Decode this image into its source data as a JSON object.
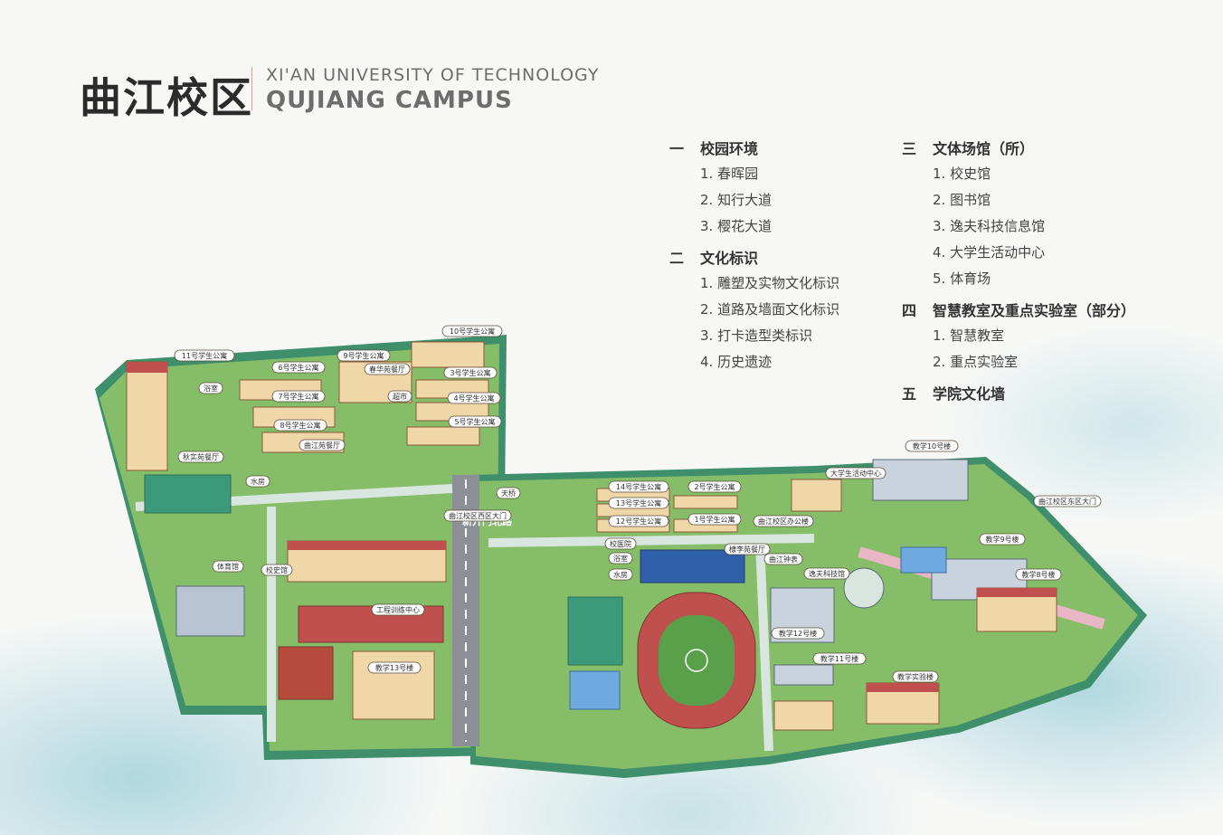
{
  "header": {
    "title_cn": "曲江校区",
    "title_en_line1": "XI'AN UNIVERSITY OF TECHNOLOGY",
    "title_en_line2": "QUJIANG CAMPUS"
  },
  "legend": {
    "sections": [
      {
        "num": "一",
        "title": "校园环境",
        "items": [
          "1. 春晖园",
          "2. 知行大道",
          "3. 樱花大道"
        ]
      },
      {
        "num": "二",
        "title": "文化标识",
        "items": [
          "1. 雕塑及实物文化标识",
          "2. 道路及墙面文化标识",
          "3. 打卡造型类标识",
          "4. 历史遗迹"
        ]
      },
      {
        "num": "三",
        "title": "文体场馆（所）",
        "items": [
          "1. 校史馆",
          "2. 图书馆",
          "3. 逸夫科技信息馆",
          "4. 大学生活动中心",
          "5. 体育场"
        ]
      },
      {
        "num": "四",
        "title": "智慧教室及重点实验室（部分）",
        "items": [
          "1. 智慧教室",
          "2. 重点实验室"
        ]
      },
      {
        "num": "五",
        "title": "学院文化墙",
        "items": []
      }
    ]
  },
  "map": {
    "road": "新开门北路",
    "labels": {
      "dorm11": "11号学生公寓",
      "dorm10": "10号学生公寓",
      "dorm9": "9号学生公寓",
      "dorm6": "6号学生公寓",
      "dorm7": "7号学生公寓",
      "dorm8": "8号学生公寓",
      "dorm3": "3号学生公寓",
      "dorm4": "4号学生公寓",
      "dorm5": "5号学生公寓",
      "dorm14": "14号学生公寓",
      "dorm13": "13号学生公寓",
      "dorm12": "12号学生公寓",
      "dorm2": "2号学生公寓",
      "dorm1": "1号学生公寓",
      "bath1": "浴室",
      "bath2": "浴室",
      "chunhua": "春华苑餐厅",
      "supermarket": "超市",
      "qiushi": "秋实苑餐厅",
      "qujiang_canteen": "曲江苑餐厅",
      "water1": "水房",
      "water2": "水房",
      "gym": "体育馆",
      "history": "校史馆",
      "training": "工程训练中心",
      "teach13": "教学13号楼",
      "overpass": "天桥",
      "west_gate": "曲江校区西区大门",
      "clinic": "校医院",
      "office": "曲江校区办公楼",
      "canteen_li": "棣李苑餐厅",
      "clock": "曲江钟表",
      "yifu": "逸夫科技馆",
      "teach12": "教学12号楼",
      "teach11": "教学11号楼",
      "student_center": "大学生活动中心",
      "teach10": "教学10号楼",
      "teach9": "教学9号楼",
      "teach8": "教学8号楼",
      "lab": "教学实验楼",
      "east_gate": "曲江校区东区大门"
    }
  },
  "colors": {
    "title": "#2b2b2b",
    "subtitle": "#6d6d6d",
    "grass": "#7bb661",
    "wall": "#3f8f6c",
    "building_roof": "#c0504d",
    "building_wall": "#f0d7a8",
    "track": "#c0504d",
    "field": "#5aa04a",
    "water": "#6fa9e0"
  }
}
